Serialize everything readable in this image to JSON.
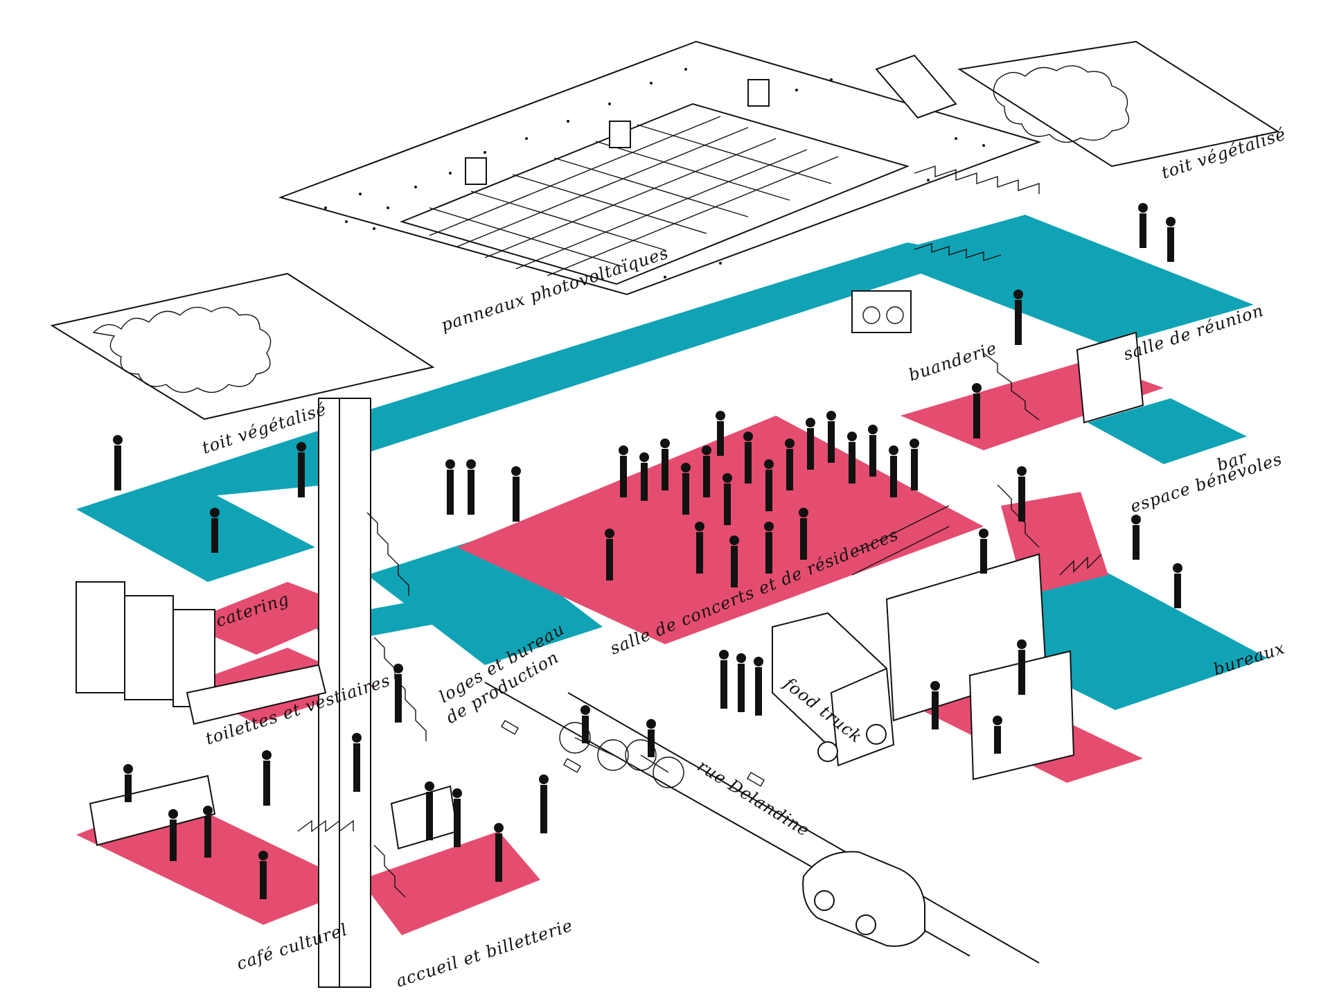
{
  "colors": {
    "teal": "#0fa3b5",
    "pink": "#e54d70",
    "ink": "#111111",
    "background": "#ffffff"
  },
  "labels": {
    "panneaux": "panneaux photovoltaïques",
    "toit_left": "toit végétalisé",
    "toit_right": "toit végétalisé",
    "buanderie": "buanderie",
    "salle_reunion": "salle de réunion",
    "bar": "bar",
    "espace_benevoles": "espace bénévoles",
    "catering": "catering",
    "toilettes": "toilettes et vestiaires",
    "loges_1": "loges et bureau",
    "loges_2": "de production",
    "salle_concerts": "salle de concerts et de résidences",
    "bureaux": "bureaux",
    "cafe": "café culturel",
    "accueil": "accueil et billetterie",
    "rue": "rue Delandine",
    "food_truck": "food truck"
  }
}
